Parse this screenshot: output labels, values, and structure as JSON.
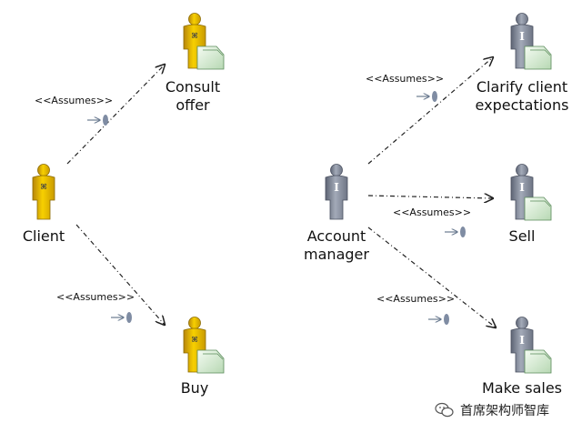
{
  "figures": {
    "client": {
      "label": "Client",
      "kind": "business-actor",
      "color": "#f1c40f"
    },
    "consult": {
      "label_lines": [
        "Consult",
        "offer"
      ],
      "kind": "business-worker",
      "color": "#f1c40f"
    },
    "buy": {
      "label": "Buy",
      "kind": "business-worker",
      "color": "#f1c40f"
    },
    "account_manager": {
      "label_lines": [
        "Account",
        "manager"
      ],
      "kind": "business-actor",
      "color": "#9098a8"
    },
    "clarify": {
      "label_lines": [
        "Clarify client",
        "expectations"
      ],
      "kind": "business-worker",
      "color": "#9098a8"
    },
    "sell": {
      "label": "Sell",
      "kind": "business-worker",
      "color": "#9098a8"
    },
    "make_sales": {
      "label": "Make sales",
      "kind": "business-worker",
      "color": "#9098a8"
    }
  },
  "relations": [
    {
      "from": "client",
      "to": "consult",
      "stereotype": "<<Assumes>>"
    },
    {
      "from": "client",
      "to": "buy",
      "stereotype": "<<Assumes>>"
    },
    {
      "from": "account_manager",
      "to": "clarify",
      "stereotype": "<<Assumes>>"
    },
    {
      "from": "account_manager",
      "to": "sell",
      "stereotype": "<<Assumes>>"
    },
    {
      "from": "account_manager",
      "to": "make_sales",
      "stereotype": "<<Assumes>>"
    }
  ],
  "watermark": {
    "text": "首席架构师智库",
    "icon": "wechat-icon"
  }
}
